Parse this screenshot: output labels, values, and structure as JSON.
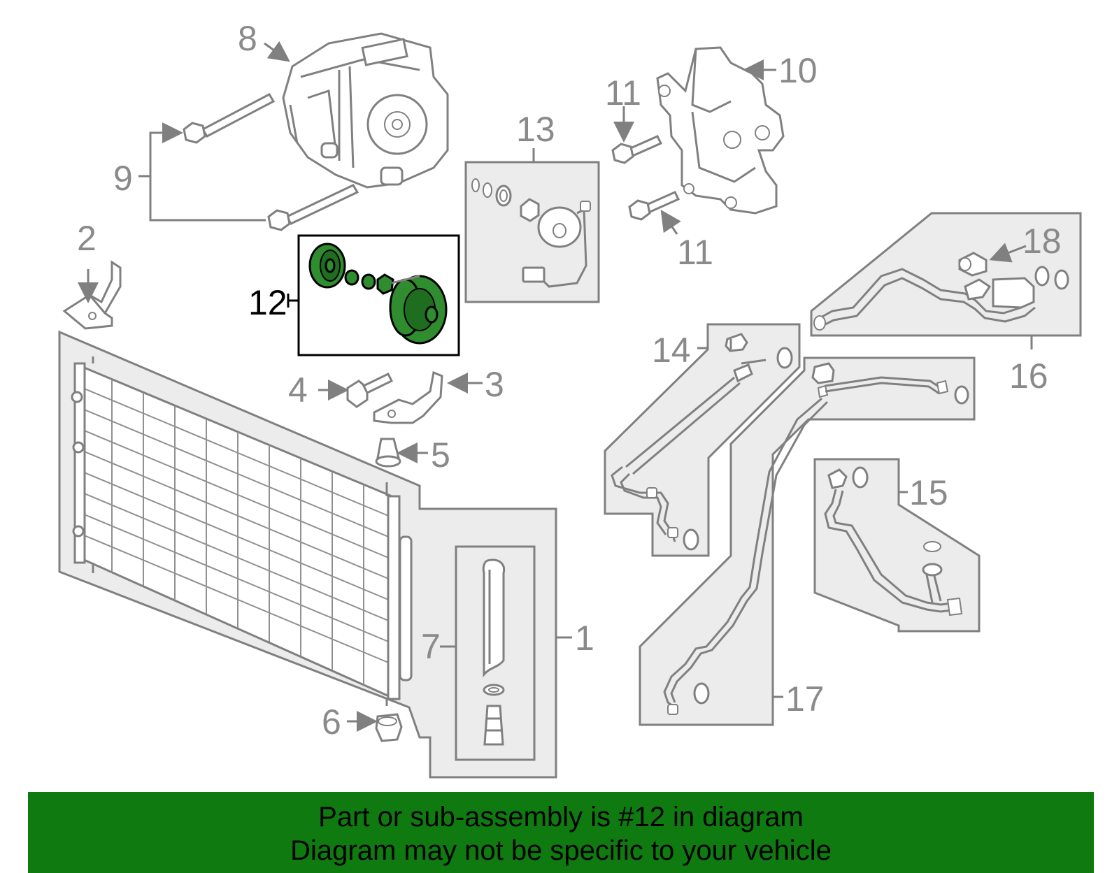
{
  "callouts": {
    "c1": "1",
    "c2": "2",
    "c3": "3",
    "c4": "4",
    "c5": "5",
    "c6": "6",
    "c7": "7",
    "c8": "8",
    "c9": "9",
    "c10": "10",
    "c11a": "11",
    "c11b": "11",
    "c12": "12",
    "c13": "13",
    "c14": "14",
    "c15": "15",
    "c16": "16",
    "c17": "17",
    "c18": "18"
  },
  "highlighted_part": "12",
  "colors": {
    "highlight": "#2f8d2f",
    "panel": "#ececec",
    "banner": "#0f7a0f"
  },
  "banner": {
    "line1": "Part or sub-assembly is #12 in diagram",
    "line2": "Diagram may not be specific to your vehicle"
  }
}
